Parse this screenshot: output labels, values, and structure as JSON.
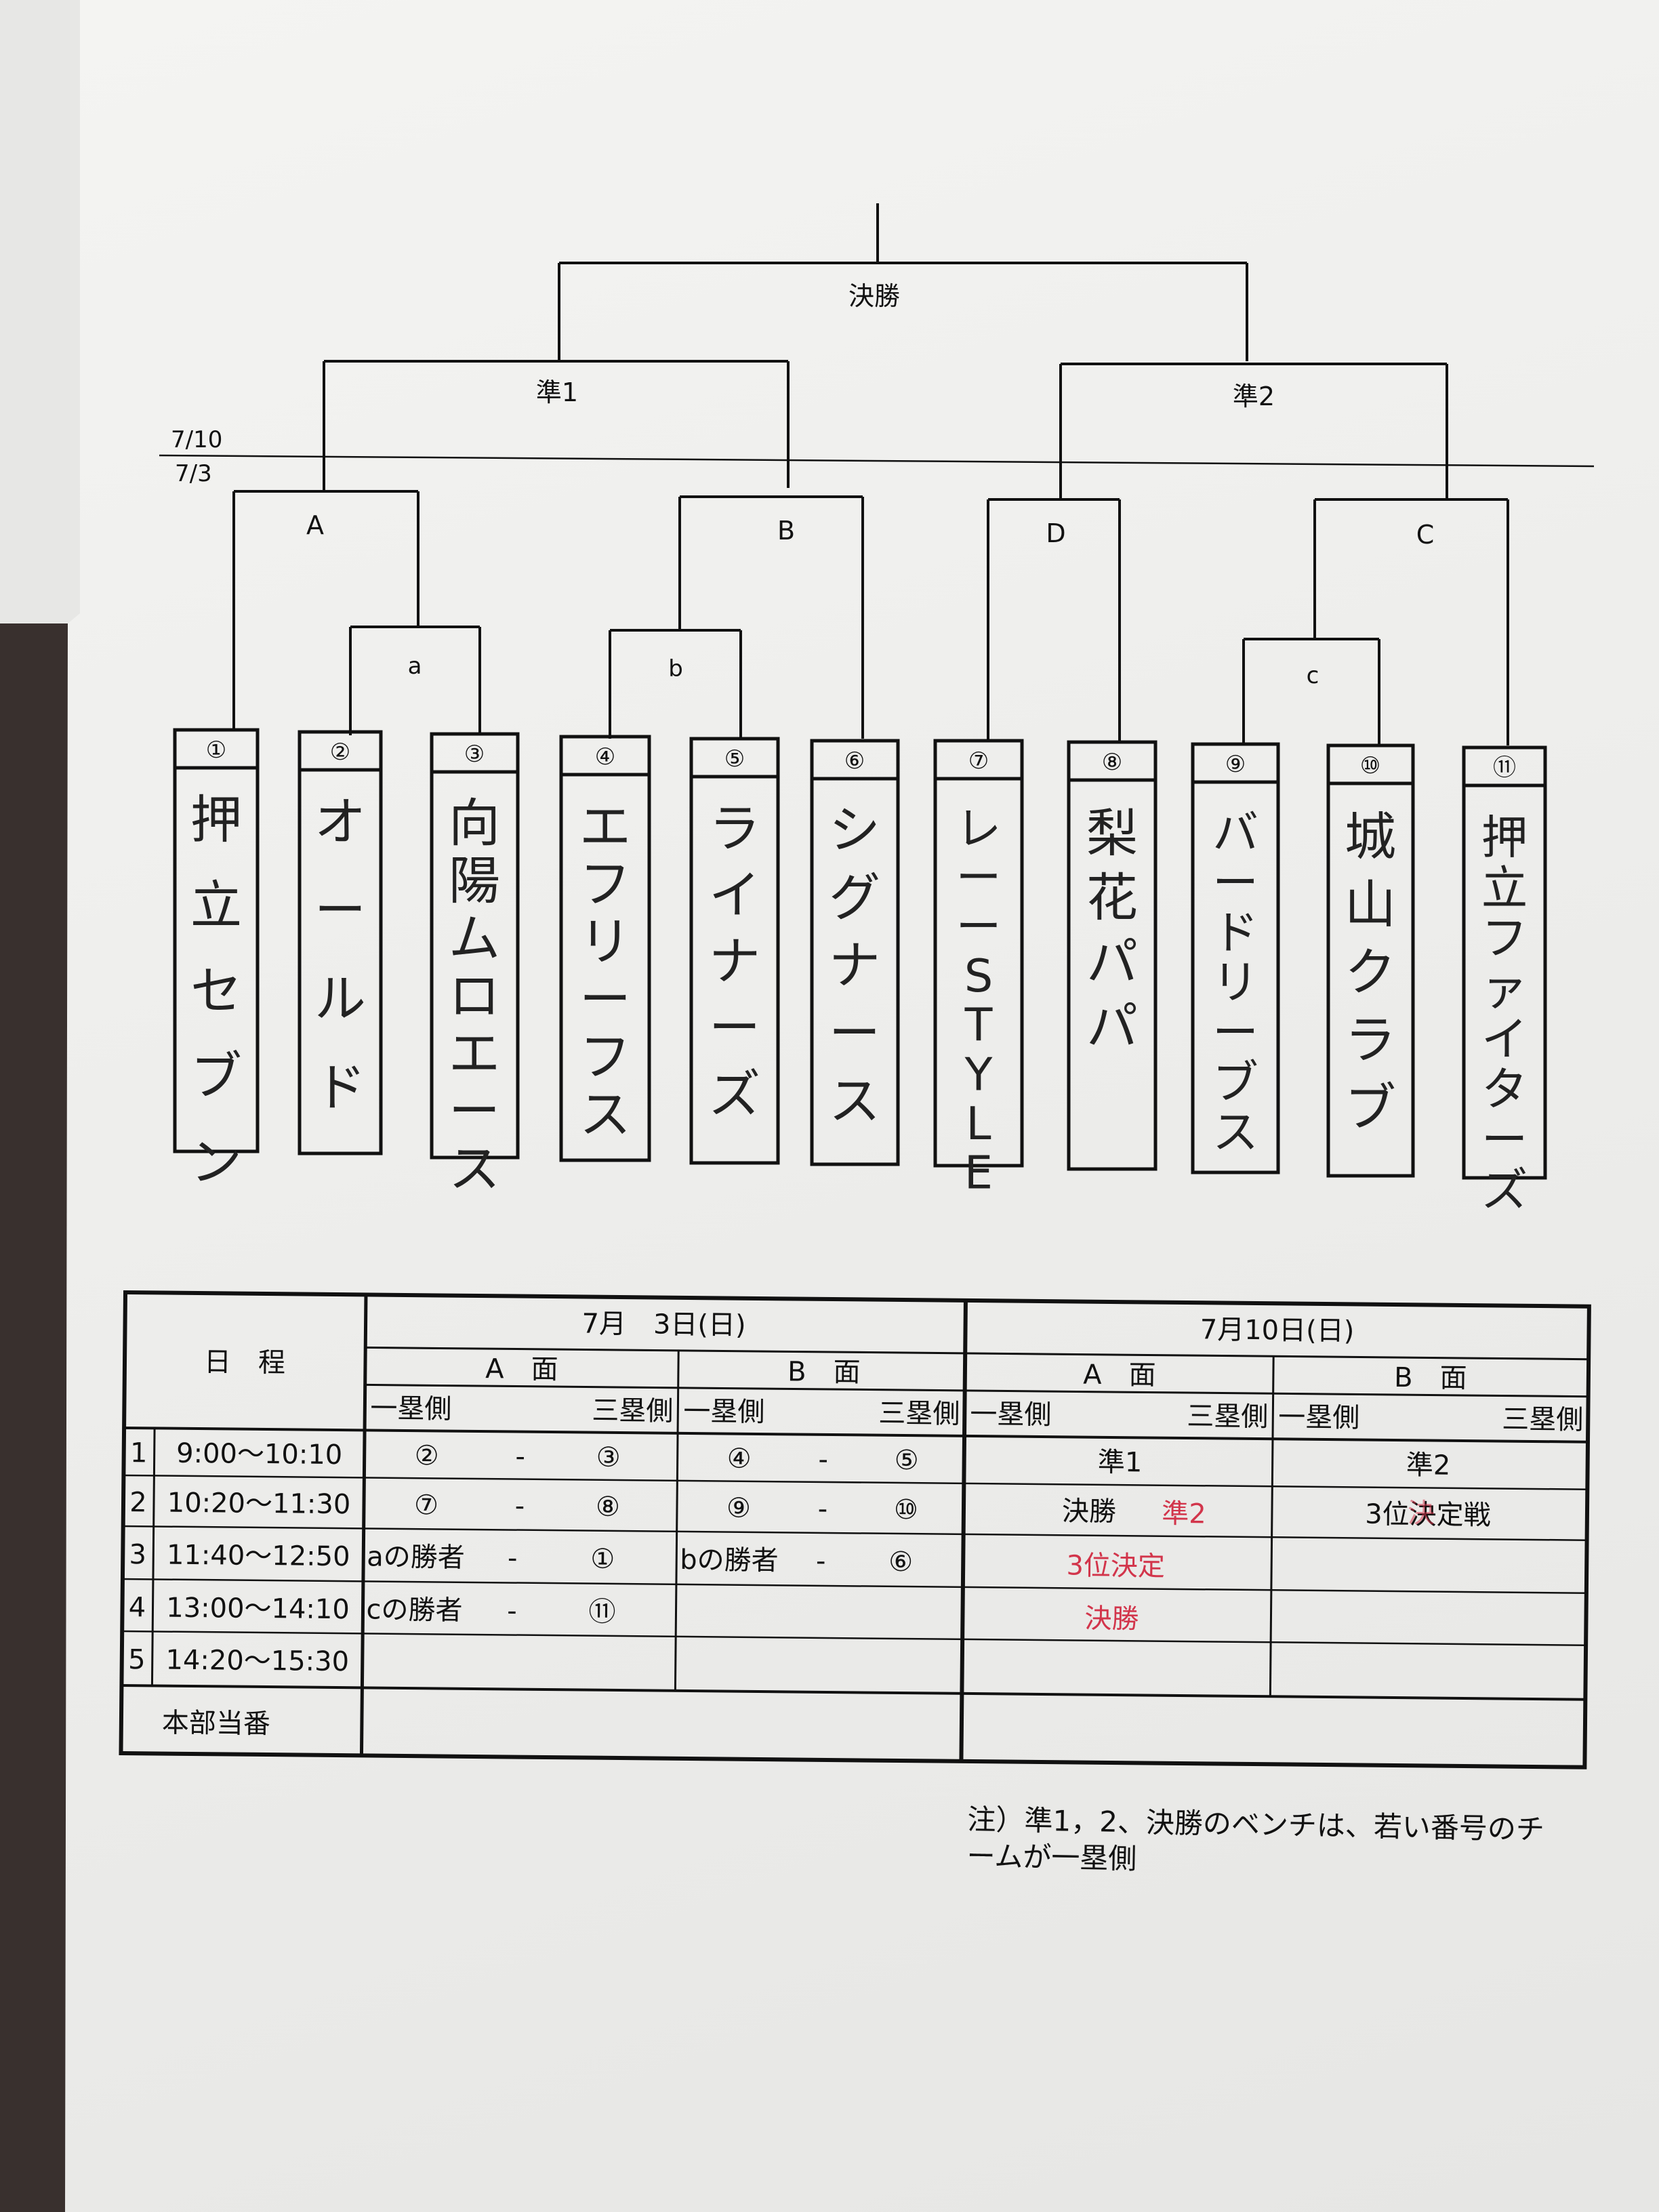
{
  "bracket": {
    "final_label": "決勝",
    "semi1_label": "準1",
    "semi2_label": "準2",
    "date_upper": "7/10",
    "date_lower": "7/3",
    "round_labels": {
      "A": "A",
      "B": "B",
      "D": "D",
      "C": "C",
      "a": "a",
      "b": "b",
      "c": "c"
    },
    "teams": [
      {
        "num": "①",
        "name": "押立セブン"
      },
      {
        "num": "②",
        "name": "オールド"
      },
      {
        "num": "③",
        "name": "向陽ムロエース"
      },
      {
        "num": "④",
        "name": "エフリーフス"
      },
      {
        "num": "⑤",
        "name": "ライナーズ"
      },
      {
        "num": "⑥",
        "name": "シグナース"
      },
      {
        "num": "⑦",
        "name": "レーーSTYLE"
      },
      {
        "num": "⑧",
        "name": "梨花パパ"
      },
      {
        "num": "⑨",
        "name": "バードリーブス"
      },
      {
        "num": "⑩",
        "name": "城山クラブ"
      },
      {
        "num": "⑪",
        "name": "押立ファイターズ"
      }
    ]
  },
  "schedule": {
    "header_label": "日　程",
    "day1": {
      "date": "7月　3日(日)",
      "court_a": "A　面",
      "court_b": "B　面",
      "first_base": "一塁側",
      "third_base": "三塁側"
    },
    "day2": {
      "date": "7月10日(日)",
      "court_a": "A　面",
      "court_b": "B　面",
      "first_base": "一塁側",
      "third_base": "三塁側"
    },
    "rows": [
      {
        "no": "1",
        "time": "9:00～10:10",
        "d1a_l": "②",
        "d1a_r": "③",
        "d1b_l": "④",
        "d1b_r": "⑤",
        "d2a": "準1",
        "d2b": "準2"
      },
      {
        "no": "2",
        "time": "10:20～11:30",
        "d1a_l": "⑦",
        "d1a_r": "⑧",
        "d1b_l": "⑨",
        "d1b_r": "⑩",
        "d2a": "決勝",
        "d2b": "3位決定戦"
      },
      {
        "no": "3",
        "time": "11:40～12:50",
        "d1a_l": "aの勝者",
        "d1a_r": "①",
        "d1b_l": "bの勝者",
        "d1b_r": "⑥"
      },
      {
        "no": "4",
        "time": "13:00～14:10",
        "d1a_l": "cの勝者",
        "d1a_r": "⑪"
      },
      {
        "no": "5",
        "time": "14:20～15:30"
      }
    ],
    "dash": "-",
    "handwritten": {
      "row2_a": "準2",
      "row3_a": "3位決定",
      "row4_a": "決勝",
      "row2_b_mark": "決"
    },
    "duty_label": "本部当番"
  },
  "note": {
    "text": "注）準1，2、決勝のベンチは、若い番号のチームが一塁側"
  },
  "colors": {
    "ink": "#111111",
    "red_pen": "#d2354b",
    "paper": "#efefed"
  }
}
